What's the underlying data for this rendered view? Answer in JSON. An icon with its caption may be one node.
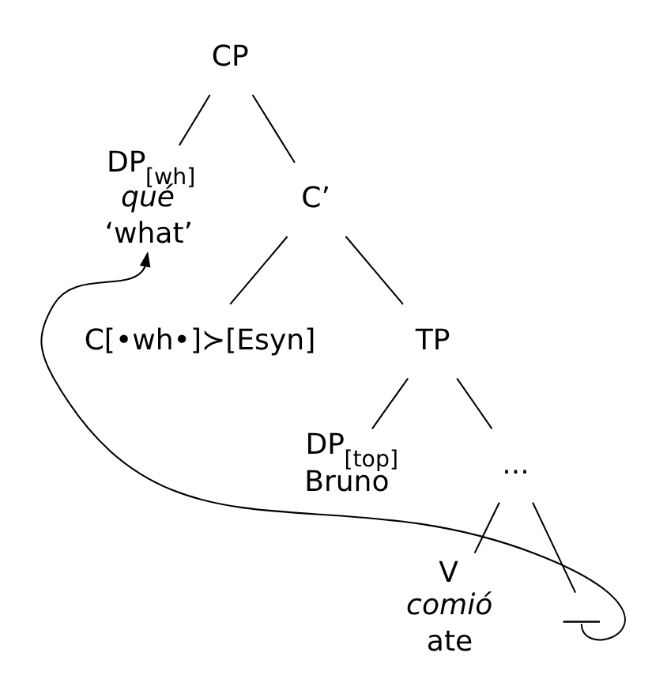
{
  "diagram": {
    "nodes": [
      {
        "text": [
          "CP"
        ]
      },
      {
        "text": [
          "DP$_{[wh]}$",
          "qué",
          "‘what’"
        ]
      },
      {
        "text": [
          "C’"
        ]
      },
      {
        "text": [
          "C[•wh•]≻[Esyn]"
        ]
      },
      {
        "text": [
          "TP"
        ]
      },
      {
        "text": [
          "DP$_{[top]}$",
          "Bruno"
        ]
      },
      {
        "text": [
          "..."
        ]
      },
      {
        "text": [
          "V",
          "comió",
          "ate"
        ]
      },
      {
        "text": [],
        "shape": "bar"
      }
    ],
    "edges": [
      {
        "from": 0,
        "to": 1,
        "arrow": "none"
      },
      {
        "from": 0,
        "to": 2,
        "arrow": "none"
      },
      {
        "from": 2,
        "to": 3,
        "arrow": "none"
      },
      {
        "from": 2,
        "to": 4,
        "arrow": "none"
      },
      {
        "from": 4,
        "to": 5,
        "arrow": "none"
      },
      {
        "from": 4,
        "to": 6,
        "arrow": "none"
      },
      {
        "from": 6,
        "to": 7,
        "arrow": "none"
      },
      {
        "from": 6,
        "to": 8,
        "arrow": "none"
      },
      {
        "from": 8,
        "to": 1,
        "arrow": "to"
      }
    ]
  }
}
